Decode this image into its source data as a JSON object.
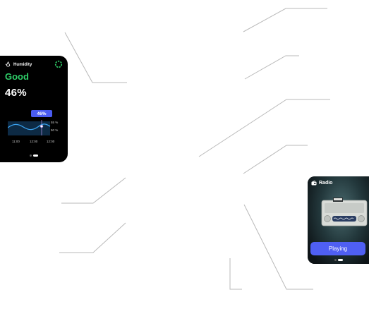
{
  "humidity_widget": {
    "title": "Humidity",
    "status": "Good",
    "value": "46%",
    "badge": "46%",
    "scale_high": "55 %",
    "scale_low": "50 %",
    "times": [
      "11:00",
      "12:00",
      "12:00"
    ],
    "status_color": "#2fd06a",
    "accent_color": "#4a5cf2",
    "icons": {
      "title": "humidity-drop-icon",
      "corner": "activity-ring-icon"
    }
  },
  "radio_widget": {
    "title": "Radio",
    "button_label": "Playing",
    "accent_color": "#4f5ff3",
    "icons": {
      "title": "radio-icon",
      "artwork": "vintage-radio-illustration"
    }
  }
}
